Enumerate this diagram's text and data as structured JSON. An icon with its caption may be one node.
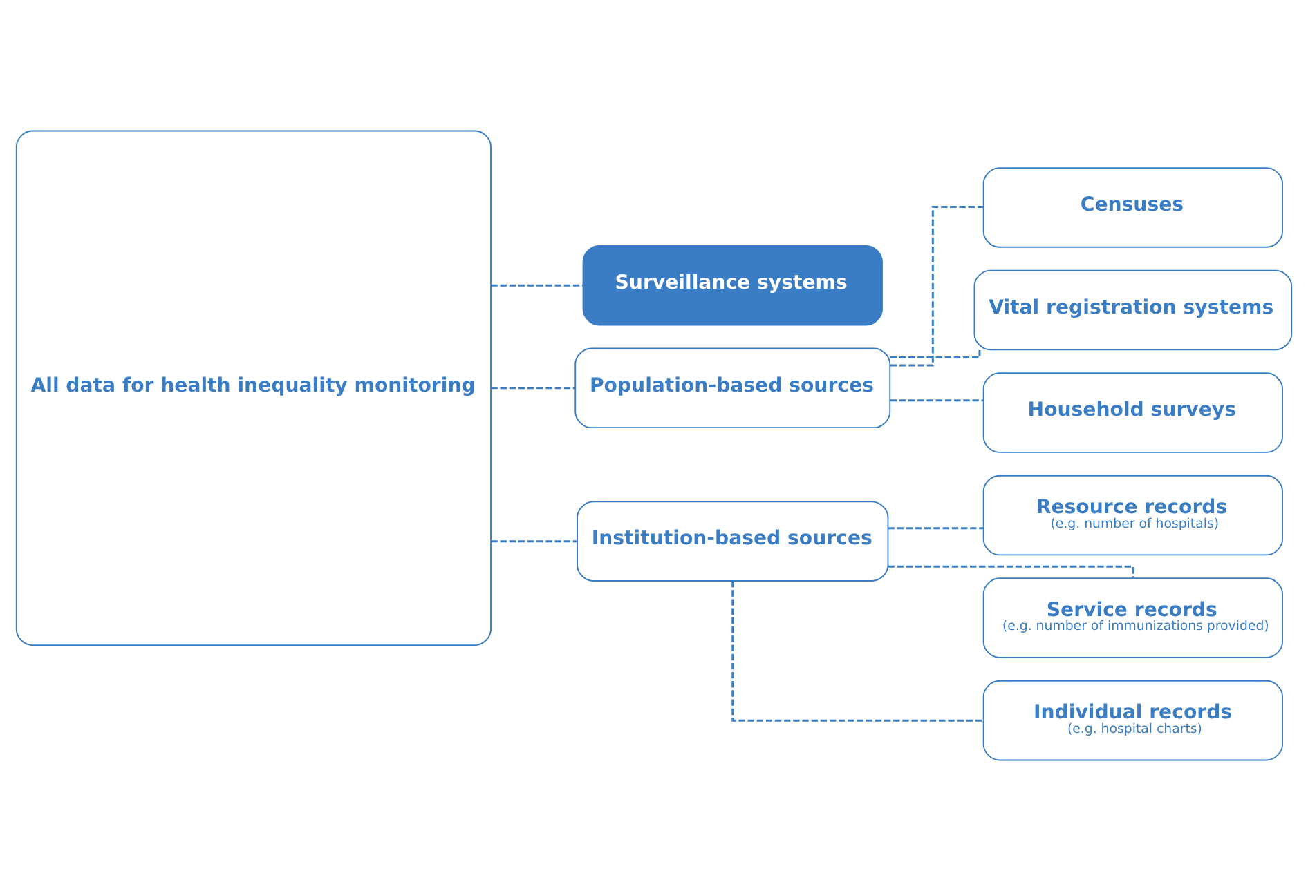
{
  "diagram": {
    "nodes": [
      {
        "text": [
          "All data for health inequality monitoring"
        ]
      },
      {
        "text": [
          "Surveillance systems"
        ]
      },
      {
        "text": [
          "Population-based sources"
        ]
      },
      {
        "text": [
          "Institution-based sources"
        ]
      },
      {
        "text": [
          "Censuses"
        ]
      },
      {
        "text": [
          "Vital registration systems"
        ]
      },
      {
        "text": [
          "Household surveys"
        ]
      },
      {
        "text": [
          "Resource records",
          "(e.g. number of hospitals)"
        ]
      },
      {
        "text": [
          "Service records",
          "(e.g. number of immunizations provided)"
        ]
      },
      {
        "text": [
          "Individual records",
          "(e.g. hospital charts)"
        ]
      }
    ],
    "edges": [
      {
        "from": 0,
        "to": 1,
        "arrow": "none",
        "style": "dashed"
      },
      {
        "from": 0,
        "to": 2,
        "arrow": "none",
        "style": "dashed"
      },
      {
        "from": 0,
        "to": 3,
        "arrow": "none",
        "style": "dashed"
      },
      {
        "from": 2,
        "to": 4,
        "arrow": "none",
        "style": "dashed"
      },
      {
        "from": 2,
        "to": 5,
        "arrow": "none",
        "style": "dashed"
      },
      {
        "from": 2,
        "to": 6,
        "arrow": "none",
        "style": "dashed"
      },
      {
        "from": 3,
        "to": 7,
        "arrow": "none",
        "style": "dashed"
      },
      {
        "from": 3,
        "to": 8,
        "arrow": "none",
        "style": "dashed"
      },
      {
        "from": 3,
        "to": 9,
        "arrow": "none",
        "style": "dashed"
      }
    ]
  }
}
